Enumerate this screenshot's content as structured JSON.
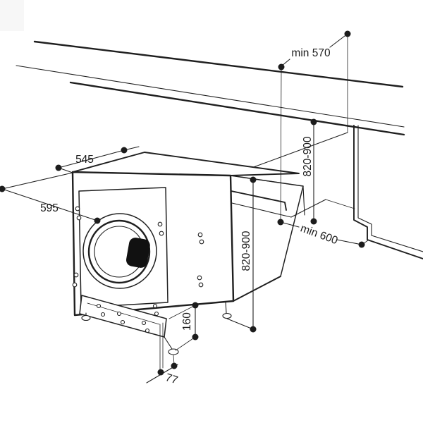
{
  "diagram": {
    "title": "built-in washing machine installation dimensions",
    "dimensions": {
      "top_depth": "545",
      "front_width": "595",
      "counter_depth_min": "min 570",
      "niche_width_min": "min 600",
      "niche_height": "820-900",
      "machine_height": "820-900",
      "plinth_height": "160",
      "foot_inset": "77"
    },
    "colors": {
      "line": "#1f1f1f",
      "background": "#ffffff",
      "handle": "#111111"
    }
  }
}
